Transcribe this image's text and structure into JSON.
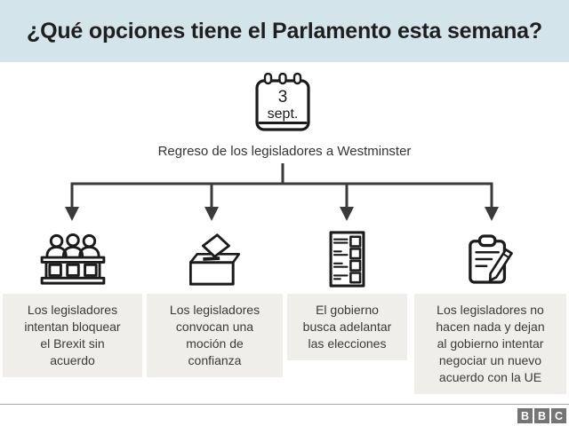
{
  "title": "¿Qué opciones tiene el Parlamento esta semana?",
  "calendar": {
    "day": "3",
    "month": "sept."
  },
  "subtitle": "Regreso de los legisladores a Westminster",
  "options": [
    {
      "icon": "parliament-bench-icon",
      "text": "Los legisladores intentan bloquear el Brexit sin acuerdo"
    },
    {
      "icon": "ballot-box-icon",
      "text": "Los legisladores convocan una moción de confianza"
    },
    {
      "icon": "ballot-paper-icon",
      "text": "El gobierno busca adelantar las elecciones"
    },
    {
      "icon": "clipboard-pencil-icon",
      "text": "Los legisladores no hacen nada y dejan al gobierno intentar negociar un nuevo acuerdo con la UE"
    }
  ],
  "branding": {
    "logo_letters": [
      "B",
      "B",
      "C"
    ]
  },
  "colors": {
    "header_bg": "#d4e4eb",
    "option_box_bg": "#f0eeeb",
    "line_color": "#3a3a3a",
    "bbc_gray": "#757575"
  }
}
